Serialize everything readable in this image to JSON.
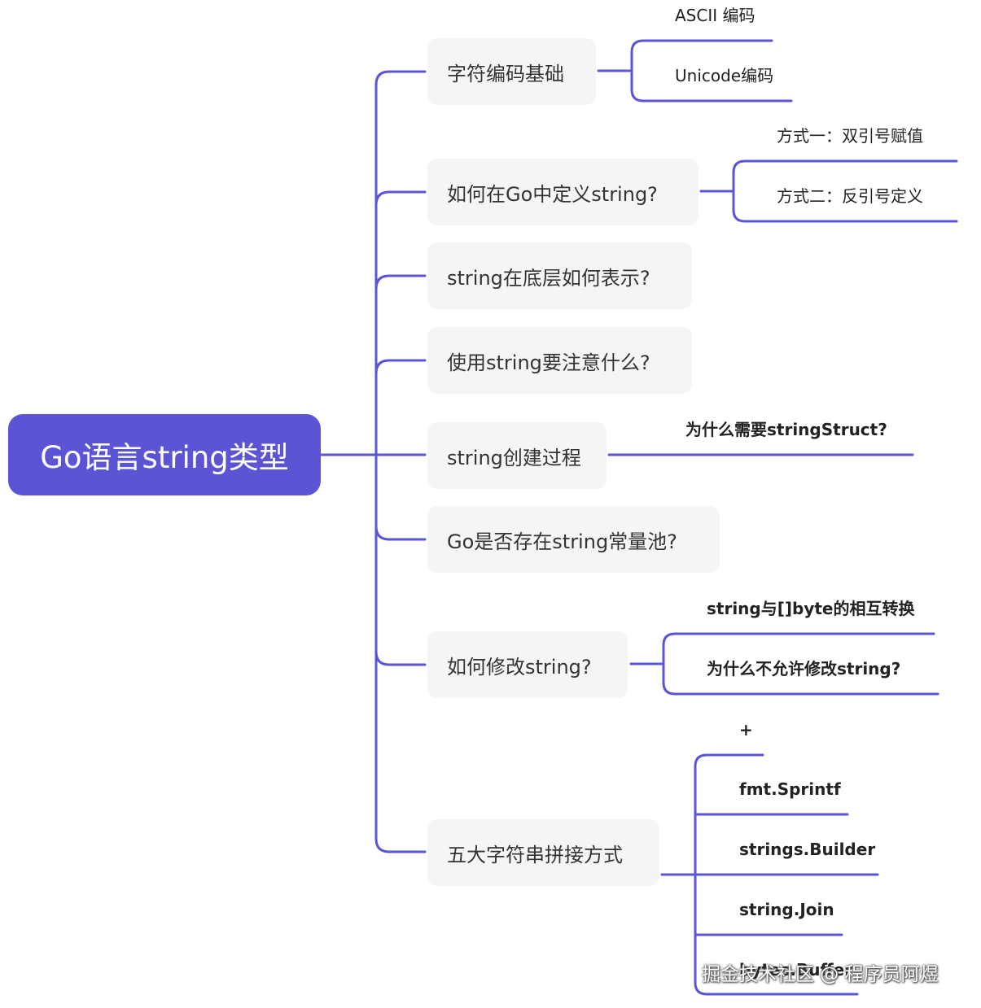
{
  "root": {
    "label": "Go语言string类型"
  },
  "branches": [
    {
      "label": "字符编码基础",
      "children": [
        "ASCII 编码",
        "Unicode编码"
      ],
      "bold": false
    },
    {
      "label": "如何在Go中定义string?",
      "children": [
        "方式一：双引号赋值",
        "方式二：反引号定义"
      ],
      "bold": false
    },
    {
      "label": "string在底层如何表示?",
      "children": [],
      "bold": false
    },
    {
      "label": "使用string要注意什么?",
      "children": [],
      "bold": false
    },
    {
      "label": "string创建过程",
      "children": [
        "为什么需要stringStruct?"
      ],
      "bold": true
    },
    {
      "label": "Go是否存在string常量池?",
      "children": [],
      "bold": false
    },
    {
      "label": "如何修改string?",
      "children": [
        "string与[]byte的相互转换",
        "为什么不允许修改string?"
      ],
      "bold": true
    },
    {
      "label": "五大字符串拼接方式",
      "children": [
        "+",
        "fmt.Sprintf",
        "strings.Builder",
        "string.Join",
        "bytes.Buffer"
      ],
      "bold": true
    }
  ],
  "watermark": "掘金技术社区 @ 程序员阿煜",
  "colors": {
    "accent": "#5b55d6",
    "node_bg": "#f5f5f5"
  }
}
